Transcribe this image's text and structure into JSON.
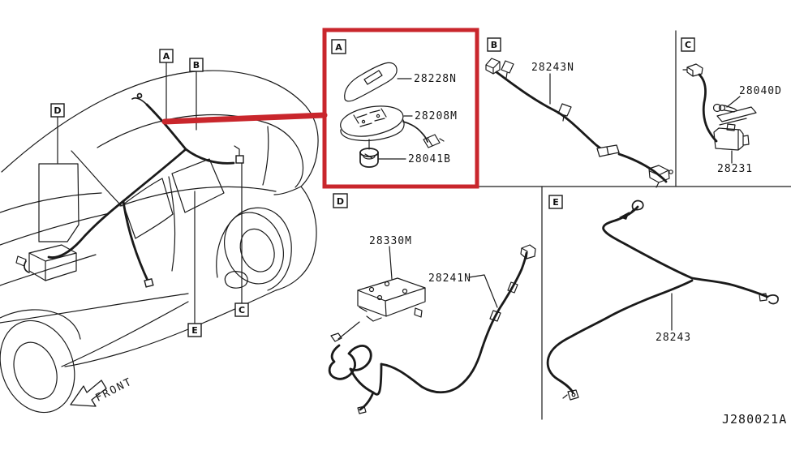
{
  "diagram": {
    "code": "J280021A",
    "front_label": "FRONT",
    "highlight_color": "#c9262c",
    "line_color": "#1a1a1a",
    "background": "#ffffff"
  },
  "car_callouts": {
    "a": "A",
    "b": "B",
    "c": "C",
    "d": "D",
    "e": "E"
  },
  "panels": {
    "a": {
      "letter": "A",
      "highlighted": true,
      "parts": {
        "fin_antenna": "28228N",
        "antenna_base": "28208M",
        "grommet": "28041B"
      }
    },
    "b": {
      "letter": "B",
      "highlighted": false,
      "parts": {
        "feeder_cable": "28243N"
      }
    },
    "c": {
      "letter": "C",
      "highlighted": false,
      "parts": {
        "bolt": "28040D",
        "amplifier": "28231"
      }
    },
    "d": {
      "letter": "D",
      "highlighted": false,
      "parts": {
        "control_unit": "28330M",
        "harness": "28241N"
      }
    },
    "e": {
      "letter": "E",
      "highlighted": false,
      "parts": {
        "feeder_cable": "28243"
      }
    }
  }
}
